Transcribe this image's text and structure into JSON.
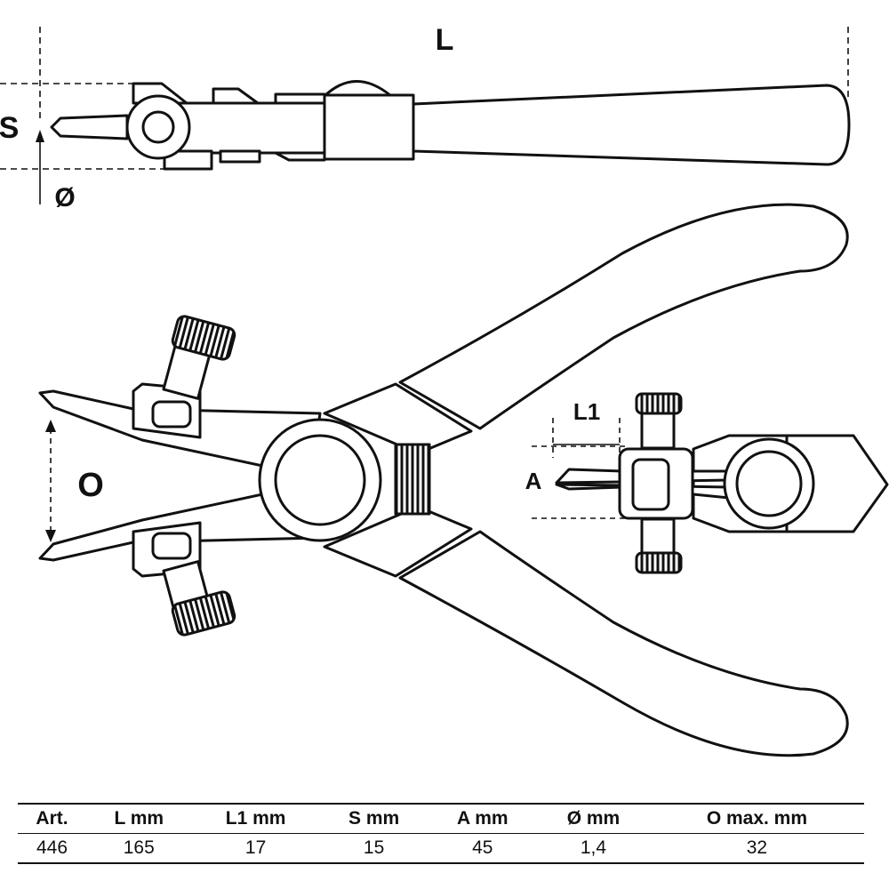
{
  "labels": {
    "length": "L",
    "tip_offset": "S",
    "tip_diameter": "Ø",
    "opening": "O",
    "tip_length": "L1",
    "angle": "A"
  },
  "table": {
    "headers": [
      "Art.",
      "L  mm",
      "L1  mm",
      "S  mm",
      "A  mm",
      "Ø  mm",
      "O  max.  mm"
    ],
    "rows": [
      [
        "446",
        "165",
        "17",
        "15",
        "45",
        "1,4",
        "32"
      ]
    ]
  }
}
